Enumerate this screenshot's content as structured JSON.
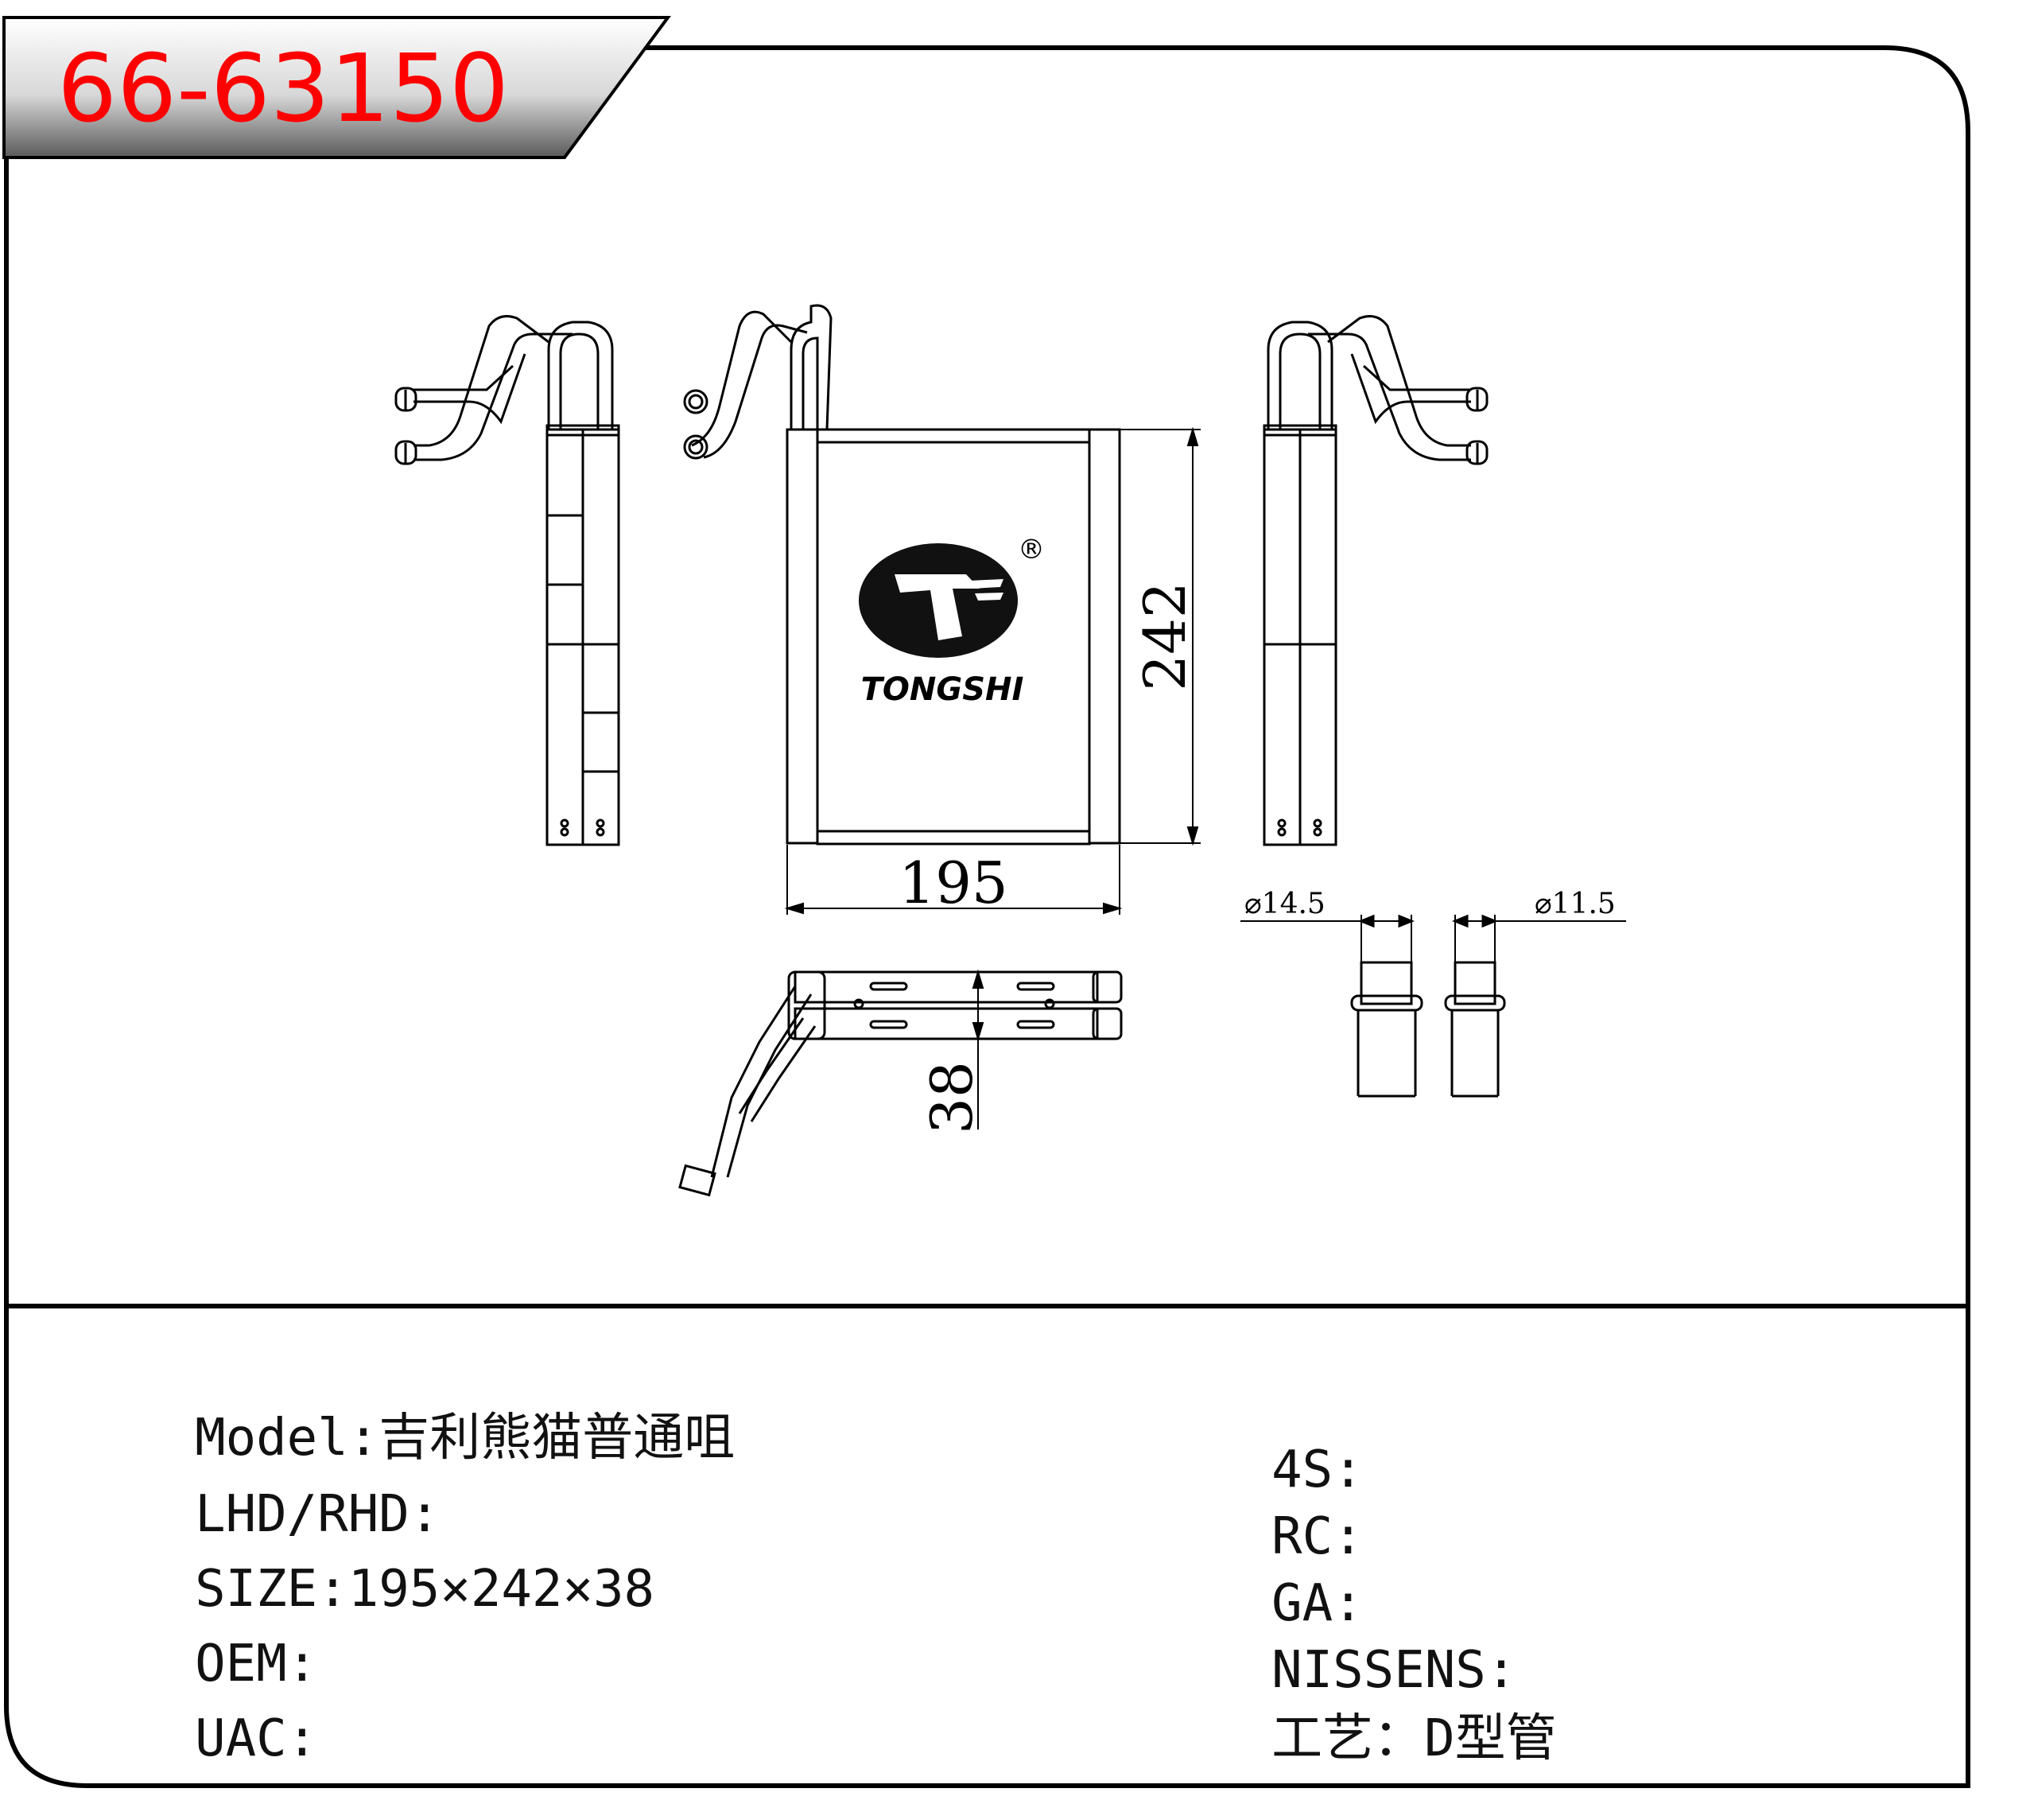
{
  "header": {
    "part_number": "66-63150"
  },
  "brand": {
    "name": "TONGSHI",
    "registered_mark": "®"
  },
  "dimensions": {
    "width": "195",
    "height": "242",
    "depth": "38",
    "pipe_diameter_1": "⌀14.5",
    "pipe_diameter_2": "⌀11.5"
  },
  "specs_left": [
    {
      "label": "Model:",
      "value": "吉利熊猫普通咀"
    },
    {
      "label": "LHD/RHD:",
      "value": ""
    },
    {
      "label": "SIZE:",
      "value": "195×242×38"
    },
    {
      "label": "OEM:",
      "value": ""
    },
    {
      "label": "UAC:",
      "value": ""
    }
  ],
  "specs_right": [
    {
      "label": "4S:",
      "value": ""
    },
    {
      "label": "RC:",
      "value": ""
    },
    {
      "label": "GA:",
      "value": ""
    },
    {
      "label": "NISSENS:",
      "value": ""
    },
    {
      "label": "工艺：",
      "value": "D型管"
    }
  ],
  "colors": {
    "part_number": "#ff0000",
    "line": "#000000"
  }
}
